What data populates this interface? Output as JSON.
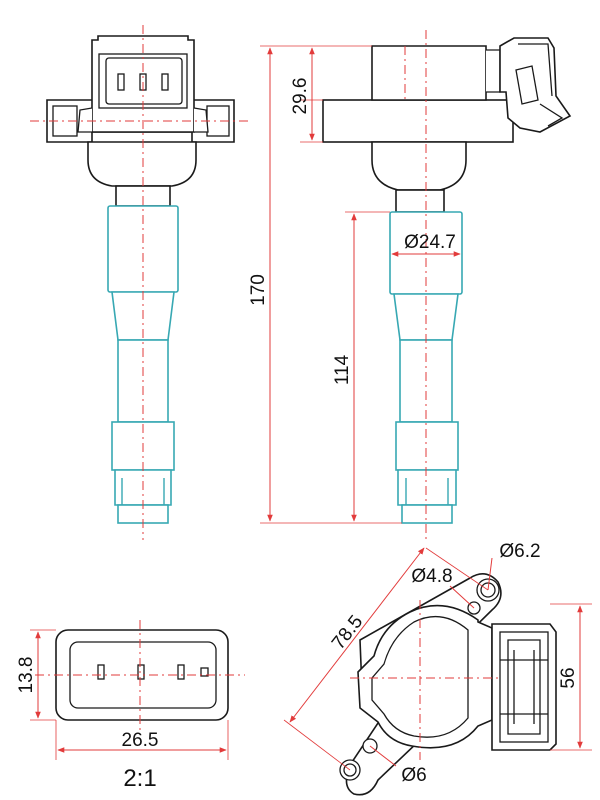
{
  "dimensions": {
    "overall_length": "170",
    "top_height": "29.6",
    "boot_diameter": "Ø24.7",
    "boot_length": "114",
    "hole_large": "Ø6.2",
    "hole_small": "Ø4.8",
    "hole_bottom": "Ø6",
    "flange_span": "78.5",
    "connector_height": "56",
    "plug_height": "13.8",
    "plug_width": "26.5"
  },
  "scale_label": "2:1",
  "colors": {
    "outline": "#1a1a1a",
    "boot": "#37a8b3",
    "dimension_lines": "#e23b3b"
  }
}
